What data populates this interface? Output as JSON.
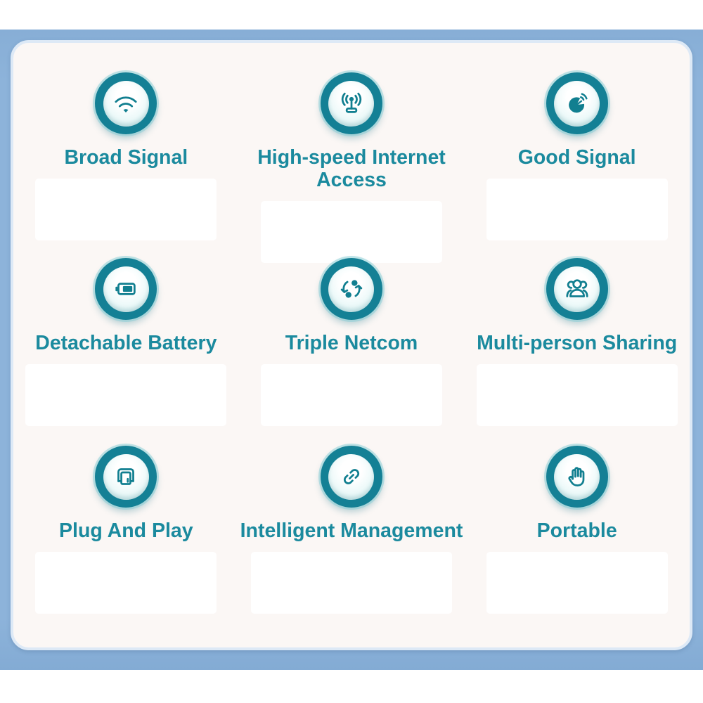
{
  "page": {
    "background_color": "#ffffff",
    "band_color": "#8db3da",
    "card_color": "#fbf7f5",
    "card_border_color": "#dde9f6"
  },
  "accent": {
    "ring_teal": "#148095",
    "glyph_teal": "#117f90",
    "label_teal": "#1b8a9e"
  },
  "features": [
    {
      "icon": "wifi-icon",
      "label": "Broad Signal"
    },
    {
      "icon": "broadcast-antenna-icon",
      "label": "High-speed Internet Access"
    },
    {
      "icon": "satellite-dish-icon",
      "label": "Good Signal"
    },
    {
      "icon": "battery-icon",
      "label": "Detachable Battery"
    },
    {
      "icon": "sync-icon",
      "label": "Triple Netcom"
    },
    {
      "icon": "people-icon",
      "label": "Multi-person Sharing"
    },
    {
      "icon": "plug-icon",
      "label": "Plug And Play"
    },
    {
      "icon": "link-icon",
      "label": "Intelligent Management"
    },
    {
      "icon": "hand-icon",
      "label": "Portable"
    }
  ]
}
